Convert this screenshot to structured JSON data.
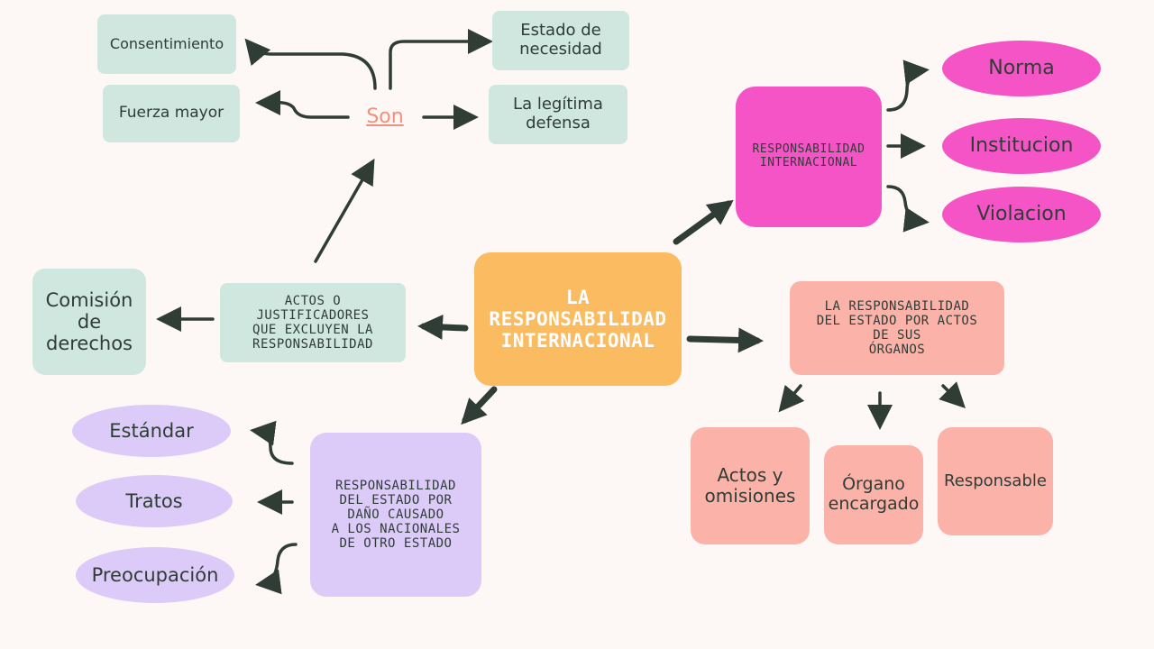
{
  "center": {
    "label": "LA\nRESPONSABILIDAD\nINTERNACIONAL"
  },
  "left_branch": {
    "justificadores": "ACTOS O\nJUSTIFICADORES\nQUE EXCLUYEN LA\nRESPONSABILIDAD",
    "comision": "Comisión\nde\nderechos",
    "son": "Son",
    "items": {
      "consentimiento": "Consentimiento",
      "fuerza_mayor": "Fuerza mayor",
      "estado_necesidad": "Estado de\nnecesidad",
      "legitima_defensa": "La legítima\ndefensa"
    }
  },
  "top_right_branch": {
    "title": "RESPONSABILIDAD\nINTERNACIONAL",
    "items": {
      "norma": "Norma",
      "institucion": "Institucion",
      "violacion": "Violacion"
    }
  },
  "right_branch": {
    "title": "LA RESPONSABILIDAD\nDEL ESTADO POR ACTOS\nDE SUS\nÓRGANOS",
    "items": {
      "actos": "Actos y\nomisiones",
      "organo": "Órgano\nencargado",
      "responsable": "Responsable"
    }
  },
  "bottom_left_branch": {
    "title": "RESPONSABILIDAD\nDEL ESTADO POR\nDAÑO CAUSADO\nA LOS NACIONALES\nDE OTRO ESTADO",
    "items": {
      "estandar": "Estándar",
      "tratos": "Tratos",
      "preocupacion": "Preocupación"
    }
  },
  "colors": {
    "center": "#fbbb60",
    "mint": "#cfe7df",
    "pink": "#f554c6",
    "salmon": "#fbb2a8",
    "lavender": "#dccbf8",
    "arrow": "#2f3d36",
    "son": "#f2907e"
  }
}
